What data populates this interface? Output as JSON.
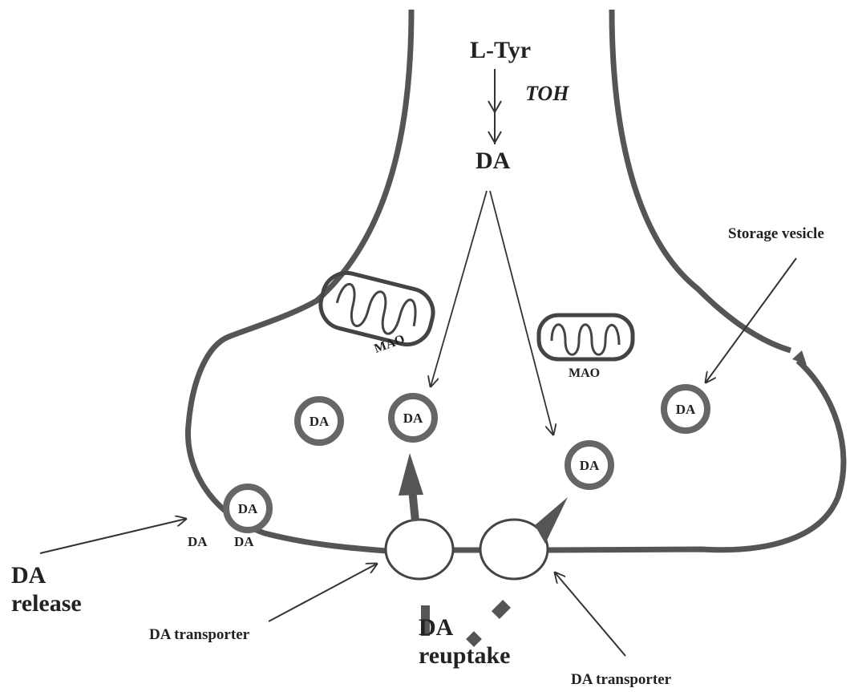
{
  "labels": {
    "precursor": "L-Tyr",
    "enzyme": "TOH",
    "product": "DA",
    "storage_vesicle": "Storage vesicle",
    "mao_left": "MAO",
    "mao_right": "MAO",
    "release_line1": "DA",
    "release_line2": "release",
    "released_da_1": "DA",
    "released_da_2": "DA",
    "transporter_left": "DA transporter",
    "transporter_right": "DA transporter",
    "reuptake_line1": "DA",
    "reuptake_line2": "reuptake"
  },
  "vesicles": [
    "DA",
    "DA",
    "DA",
    "DA",
    "DA"
  ]
}
